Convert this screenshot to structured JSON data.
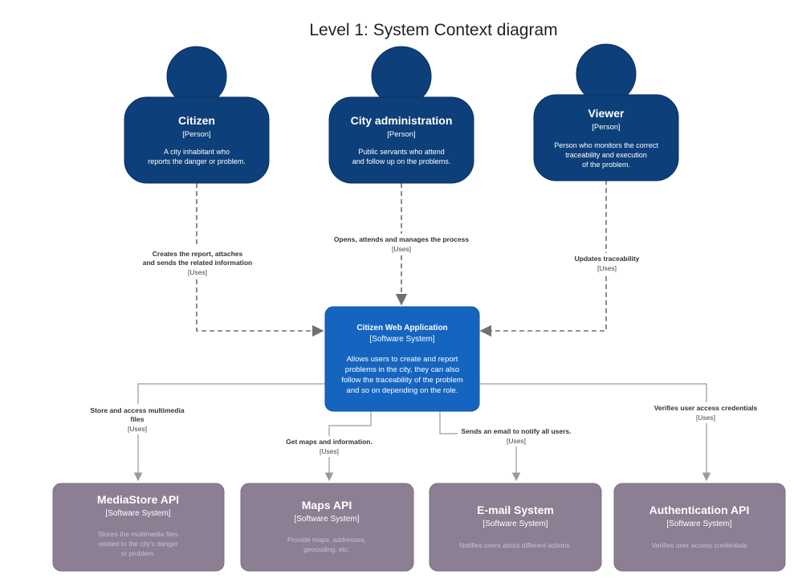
{
  "title": "Level 1: System Context diagram",
  "colors": {
    "person": "#0d3f7a",
    "central_system": "#1565c0",
    "external_system": "#8c7e93",
    "arrow": "#707070"
  },
  "persons": [
    {
      "name": "Citizen",
      "type": "[Person]",
      "description": [
        "A city inhabitant who",
        "reports the danger or problem."
      ]
    },
    {
      "name": "City administration",
      "type": "[Person]",
      "description": [
        "Public servants who attend",
        "and follow up on the problems."
      ]
    },
    {
      "name": "Viewer",
      "type": "[Person]",
      "description": [
        "Person who monitors the correct",
        "traceability and execution",
        "of the problem."
      ]
    }
  ],
  "central": {
    "name": "Citizen Web Application",
    "type": "[Software System]",
    "description": [
      "Allows users to create and report",
      "problems in the city, they can also",
      "follow the traceability of the problem",
      "and so on depending on the role."
    ]
  },
  "externals": [
    {
      "name": "MediaStore API",
      "type": "[Software System]",
      "description": [
        "Stores the multimedia files",
        "related to the city's danger",
        "or problem."
      ]
    },
    {
      "name": "Maps API",
      "type": "[Software System]",
      "description": [
        "Provide maps, addresses,",
        "geocoding, etc."
      ]
    },
    {
      "name": "E-mail System",
      "type": "[Software System]",
      "description": [
        "Notifies users about different actions."
      ]
    },
    {
      "name": "Authentication API",
      "type": "[Software System]",
      "description": [
        "Verifies user access credentials"
      ]
    }
  ],
  "edges": {
    "citizen": {
      "label": [
        "Creates the report, attaches",
        "and sends the related information"
      ],
      "tech": "[Uses]"
    },
    "admin": {
      "label": [
        "Opens, attends and manages the process"
      ],
      "tech": "[Uses]"
    },
    "viewer": {
      "label": [
        "Updates traceability"
      ],
      "tech": "[Uses]"
    },
    "mediastore": {
      "label": [
        "Store and access multimedia",
        "files"
      ],
      "tech": "[Uses]"
    },
    "maps": {
      "label": [
        "Get maps and information."
      ],
      "tech": "[Uses]"
    },
    "email": {
      "label": [
        "Sends an email to notify all users."
      ],
      "tech": "[Uses]"
    },
    "auth": {
      "label": [
        "Verifies user access credentials"
      ],
      "tech": "[Uses]"
    }
  }
}
